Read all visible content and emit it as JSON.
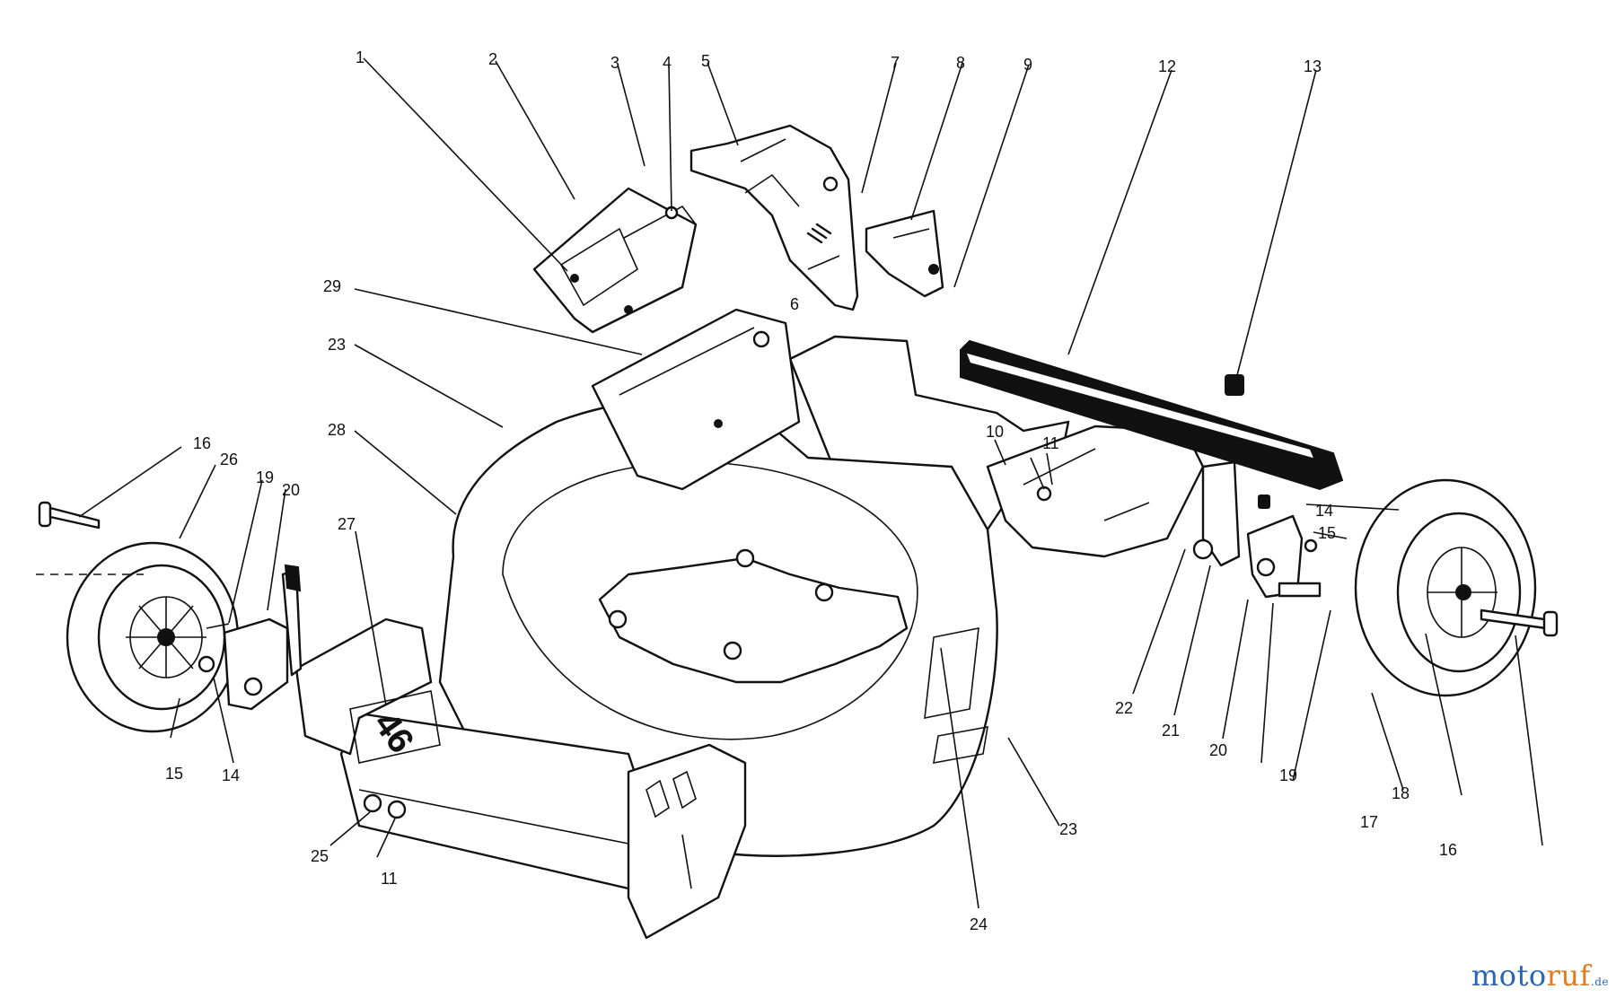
{
  "callouts": [
    {
      "id": "c1",
      "text": "1"
    },
    {
      "id": "c2",
      "text": "2"
    },
    {
      "id": "c3",
      "text": "3"
    },
    {
      "id": "c4",
      "text": "4"
    },
    {
      "id": "c5",
      "text": "5"
    },
    {
      "id": "c6",
      "text": "6"
    },
    {
      "id": "c7",
      "text": "7"
    },
    {
      "id": "c8",
      "text": "8"
    },
    {
      "id": "c9",
      "text": "9"
    },
    {
      "id": "c10",
      "text": "10"
    },
    {
      "id": "c11a",
      "text": "11"
    },
    {
      "id": "c11b",
      "text": "11"
    },
    {
      "id": "c12",
      "text": "12"
    },
    {
      "id": "c13",
      "text": "13"
    },
    {
      "id": "c14a",
      "text": "14"
    },
    {
      "id": "c14b",
      "text": "14"
    },
    {
      "id": "c15a",
      "text": "15"
    },
    {
      "id": "c15b",
      "text": "15"
    },
    {
      "id": "c16a",
      "text": "16"
    },
    {
      "id": "c16b",
      "text": "16"
    },
    {
      "id": "c17",
      "text": "17"
    },
    {
      "id": "c18",
      "text": "18"
    },
    {
      "id": "c19a",
      "text": "19"
    },
    {
      "id": "c19b",
      "text": "19"
    },
    {
      "id": "c20a",
      "text": "20"
    },
    {
      "id": "c20b",
      "text": "20"
    },
    {
      "id": "c21",
      "text": "21"
    },
    {
      "id": "c22",
      "text": "22"
    },
    {
      "id": "c23a",
      "text": "23"
    },
    {
      "id": "c23b",
      "text": "23"
    },
    {
      "id": "c24",
      "text": "24"
    },
    {
      "id": "c25",
      "text": "25"
    },
    {
      "id": "c26",
      "text": "26"
    },
    {
      "id": "c27",
      "text": "27"
    },
    {
      "id": "c28",
      "text": "28"
    },
    {
      "id": "c29",
      "text": "29"
    }
  ],
  "deck_badge": "46",
  "watermark": {
    "part_a": "moto",
    "part_b": "ruf",
    "suffix": ".de"
  }
}
